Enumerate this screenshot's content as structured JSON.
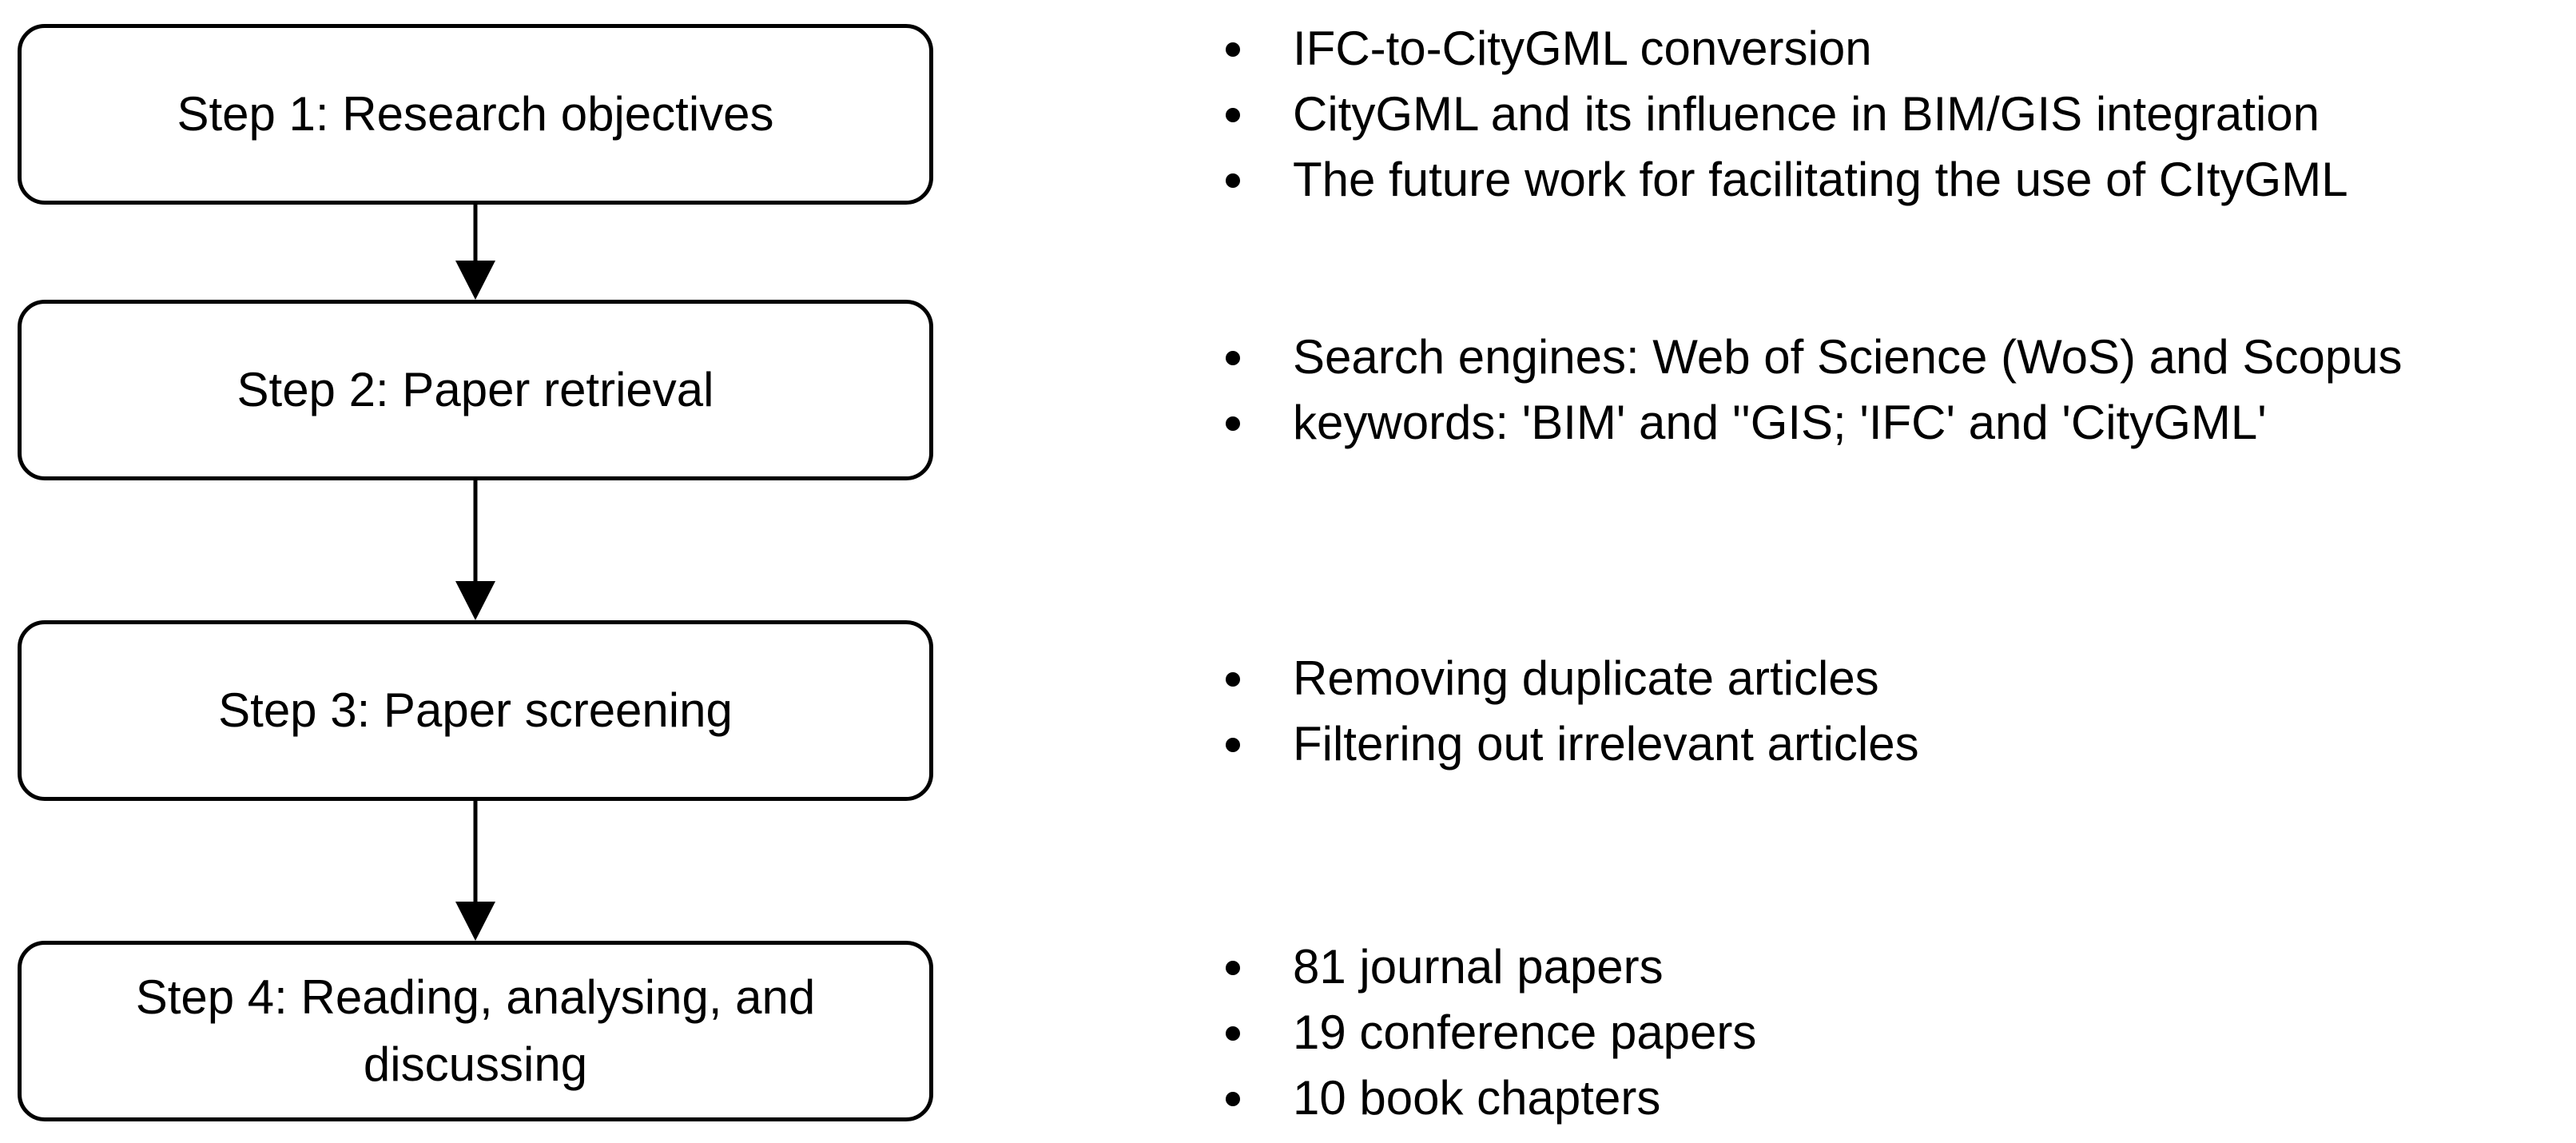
{
  "steps": [
    {
      "label": "Step 1: Research objectives",
      "bullets": [
        "IFC-to-CityGML conversion",
        "CityGML and its influence in BIM/GIS integration",
        "The future work for facilitating the use of CItyGML"
      ]
    },
    {
      "label": "Step 2: Paper retrieval",
      "bullets": [
        "Search engines: Web of Science (WoS) and Scopus",
        "keywords: 'BIM' and ''GIS; 'IFC' and 'CityGML'"
      ]
    },
    {
      "label": "Step 3: Paper screening",
      "bullets": [
        "Removing duplicate articles",
        "Filtering out irrelevant articles"
      ]
    },
    {
      "label": "Step 4: Reading, analysing, and discussing",
      "bullets": [
        "81 journal papers",
        "19 conference papers",
        "10 book chapters"
      ]
    }
  ],
  "colors": {
    "stroke": "#000000",
    "background": "#ffffff",
    "text": "#000000"
  }
}
